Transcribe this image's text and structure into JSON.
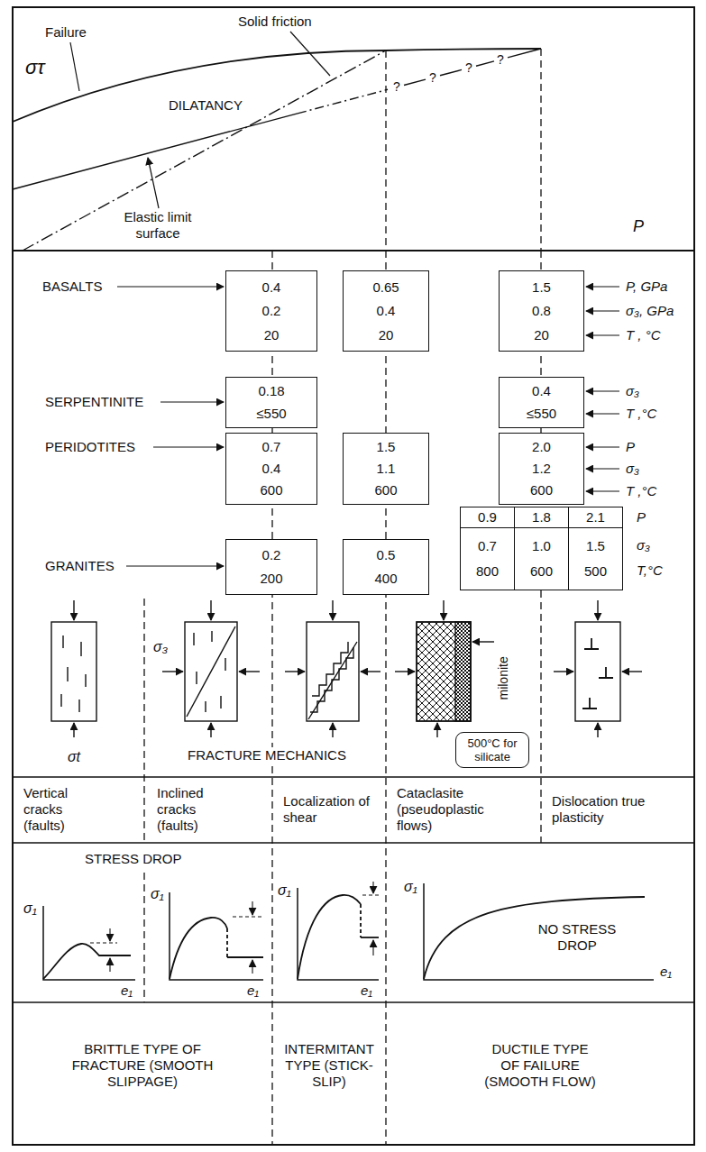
{
  "diagram": {
    "nodes": [
      {
        "text": [
          "0.4",
          "0.2",
          "20"
        ]
      },
      {
        "text": [
          "0.65",
          "0.4",
          "20"
        ]
      },
      {
        "text": [
          "1.5",
          "0.8",
          "20"
        ]
      },
      {
        "text": [
          "0.18",
          "≤550"
        ]
      },
      {
        "text": [
          "0.4",
          "≤550"
        ]
      },
      {
        "text": [
          "0.7",
          "0.4",
          "600"
        ]
      },
      {
        "text": [
          "1.5",
          "1.1",
          "600"
        ]
      },
      {
        "text": [
          "2.0",
          "1.2",
          "600"
        ]
      },
      {
        "text": [
          "0.2",
          "200"
        ]
      },
      {
        "text": [
          "0.5",
          "400"
        ]
      },
      {
        "text": [
          "0.9"
        ]
      },
      {
        "text": [
          "1.8"
        ]
      },
      {
        "text": [
          "2.1"
        ]
      },
      {
        "text": [
          "0.7",
          "800"
        ]
      },
      {
        "text": [
          "1.0",
          "600"
        ]
      },
      {
        "text": [
          "1.5",
          "500"
        ]
      },
      {
        "text": [
          "500°C for silicate"
        ]
      }
    ],
    "labels": [
      "Failure",
      "Solid friction",
      "στ",
      "DILATANCY",
      "Elastic limit surface",
      "?",
      "?",
      "?",
      "?",
      "P",
      "BASALTS",
      "P, GPa",
      "σ₃, GPa",
      "T , °C",
      "SERPENTINITE",
      "σ₃",
      "T ,°C",
      "PERIDOTITES",
      "P",
      "σ₃",
      "T ,°C",
      "GRANITES",
      "P",
      "σ₃",
      "T,°C",
      "σt",
      "σ₃",
      "FRACTURE MECHANICS",
      "milonite",
      "Vertical cracks (faults)",
      "Inclined cracks (faults)",
      "Localization of shear",
      "Cataclasite (pseudoplastic flows)",
      "Dislocation true plasticity",
      "STRESS DROP",
      "σ₁",
      "e₁",
      "σ₁",
      "e₁",
      "σ₁",
      "e₁",
      "NO STRESS DROP",
      "σ₁",
      "e₁",
      "BRITTLE TYPE OF FRACTURE (SMOOTH SLIPPAGE)",
      "INTERMITANT TYPE (STICK-SLIP)",
      "DUCTILE TYPE OF FAILURE (SMOOTH FLOW)"
    ]
  }
}
